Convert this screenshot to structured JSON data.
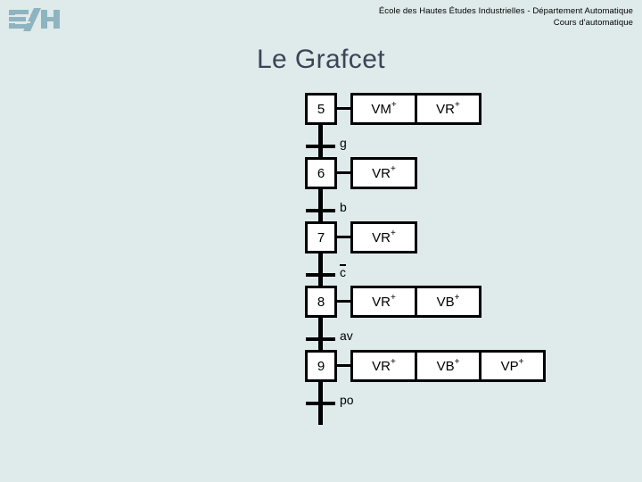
{
  "header": {
    "line1": "École des Hautes Études Industrielles - Département Automatique",
    "line2": "Cours d'automatique",
    "logo_alt": "EH"
  },
  "title": "Le Grafcet",
  "colors": {
    "background": "#dfeaea",
    "title": "#3c4458",
    "logo": "#8db4c0",
    "line": "#000000",
    "box_fill": "#ffffff"
  },
  "chart_data": {
    "type": "diagram",
    "diagram_kind": "grafcet",
    "title": "Le Grafcet",
    "steps": [
      {
        "number": "5",
        "actions": [
          {
            "name": "VM",
            "sign": "+"
          },
          {
            "name": "VR",
            "sign": "+"
          }
        ],
        "transition": {
          "label": "g",
          "negated": false
        }
      },
      {
        "number": "6",
        "actions": [
          {
            "name": "VR",
            "sign": "+"
          }
        ],
        "transition": {
          "label": "b",
          "negated": false
        }
      },
      {
        "number": "7",
        "actions": [
          {
            "name": "VR",
            "sign": "+"
          }
        ],
        "transition": {
          "label": "c",
          "negated": true
        }
      },
      {
        "number": "8",
        "actions": [
          {
            "name": "VR",
            "sign": "+"
          },
          {
            "name": "VB",
            "sign": "+"
          }
        ],
        "transition": {
          "label": "av",
          "negated": false
        }
      },
      {
        "number": "9",
        "actions": [
          {
            "name": "VR",
            "sign": "+"
          },
          {
            "name": "VB",
            "sign": "+"
          },
          {
            "name": "VP",
            "sign": "+"
          }
        ],
        "transition": {
          "label": "po",
          "negated": false
        }
      }
    ]
  }
}
